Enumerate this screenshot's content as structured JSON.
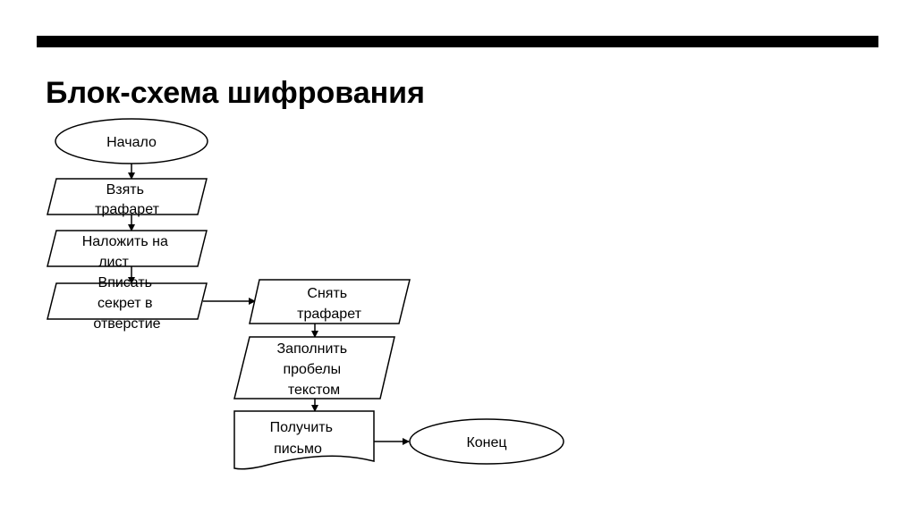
{
  "slide": {
    "title": "Блок-схема шифрования"
  },
  "flowchart": {
    "nodes": [
      {
        "id": "start",
        "shape": "terminator",
        "lines": [
          "Начало"
        ]
      },
      {
        "id": "take-stencil",
        "shape": "parallelogram",
        "lines": [
          "Взять",
          "трафарет"
        ]
      },
      {
        "id": "overlay-sheet",
        "shape": "parallelogram",
        "lines": [
          "Наложить на",
          "лист"
        ]
      },
      {
        "id": "write-secret",
        "shape": "parallelogram",
        "lines": [
          "Вписать",
          "секрет в",
          "отверстие"
        ]
      },
      {
        "id": "remove-stencil",
        "shape": "parallelogram",
        "lines": [
          "Снять",
          "трафарет"
        ]
      },
      {
        "id": "fill-gaps",
        "shape": "parallelogram",
        "lines": [
          "Заполнить",
          "пробелы",
          "текстом"
        ]
      },
      {
        "id": "get-letter",
        "shape": "document",
        "lines": [
          "Получить",
          "письмо"
        ]
      },
      {
        "id": "end",
        "shape": "terminator",
        "lines": [
          "Конец"
        ]
      }
    ],
    "edges": [
      {
        "from": "start",
        "to": "take-stencil"
      },
      {
        "from": "take-stencil",
        "to": "overlay-sheet"
      },
      {
        "from": "overlay-sheet",
        "to": "write-secret"
      },
      {
        "from": "write-secret",
        "to": "remove-stencil"
      },
      {
        "from": "remove-stencil",
        "to": "fill-gaps"
      },
      {
        "from": "fill-gaps",
        "to": "get-letter"
      },
      {
        "from": "get-letter",
        "to": "end"
      }
    ]
  },
  "colors": {
    "stroke": "#000000",
    "fill": "#ffffff",
    "bar": "#000000"
  }
}
